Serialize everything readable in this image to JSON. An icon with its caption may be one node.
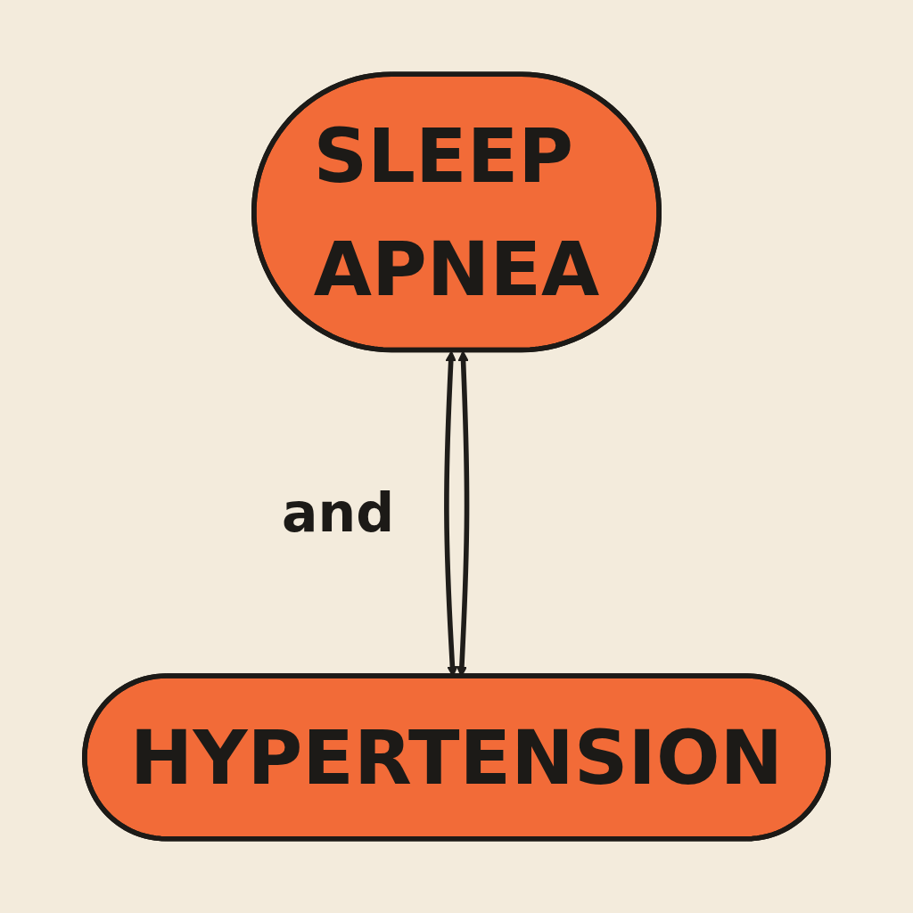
{
  "diagram": {
    "nodes": [
      {
        "text": [
          "SLEEP APNEA"
        ]
      },
      {
        "text": [
          "HYPERTENSION"
        ]
      }
    ],
    "edges": [
      {
        "from": 0,
        "to": 1,
        "arrow": "both"
      },
      {
        "from": 0,
        "to": 1,
        "arrow": "both"
      }
    ],
    "labels": [
      "and"
    ]
  }
}
